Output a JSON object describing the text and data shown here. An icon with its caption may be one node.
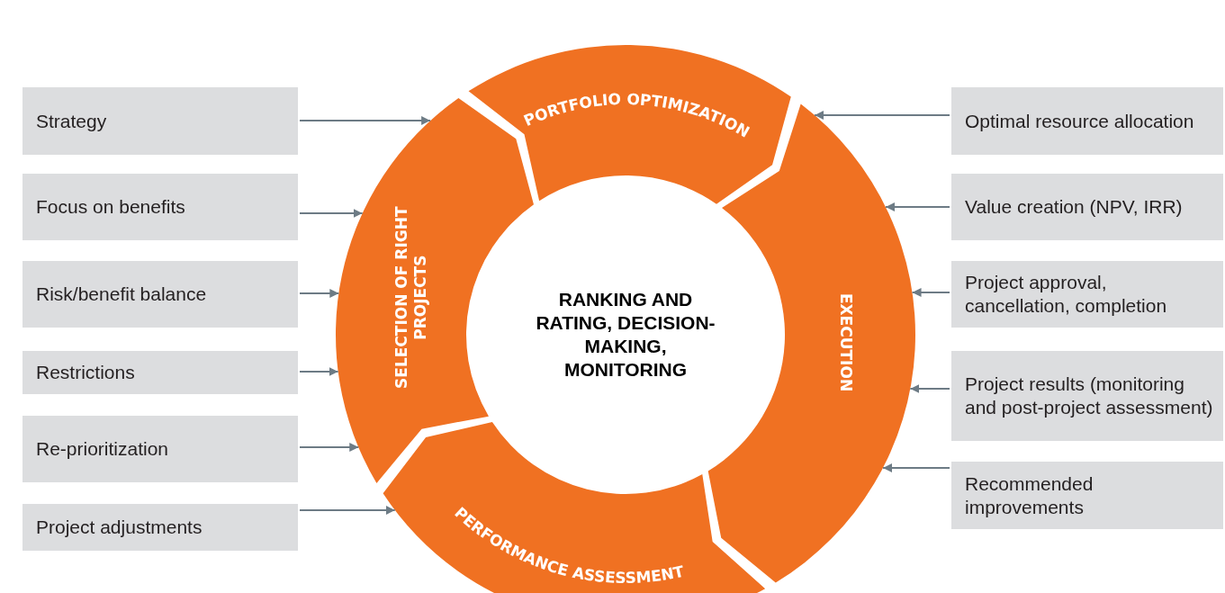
{
  "diagram": {
    "nodes": [
      {
        "text": [
          "Strategy"
        ]
      },
      {
        "text": [
          "Focus on benefits"
        ]
      },
      {
        "text": [
          "Risk/benefit balance"
        ]
      },
      {
        "text": [
          "Restrictions"
        ]
      },
      {
        "text": [
          "Re-prioritization"
        ]
      },
      {
        "text": [
          "Project adjustments"
        ]
      },
      {
        "text": [
          "PORTFOLIO OPTIMIZATION"
        ]
      },
      {
        "text": [
          "SELECTION OF RIGHT PROJECTS"
        ]
      },
      {
        "text": [
          "RANKING AND RATING, DECISION-MAKING, MONITORING"
        ]
      },
      {
        "text": [
          "EXECUTION"
        ]
      },
      {
        "text": [
          "PERFORMANCE ASSESSMENT"
        ]
      },
      {
        "text": [
          "Optimal resource allocation"
        ]
      },
      {
        "text": [
          "Value creation (NPV, IRR)"
        ]
      },
      {
        "text": [
          "Project approval, cancellation, completion"
        ]
      },
      {
        "text": [
          "Project results (monitoring and post-project assessment)"
        ]
      },
      {
        "text": [
          "Recommended improvements"
        ]
      }
    ],
    "edges": [
      {
        "from": 0,
        "to": 7,
        "arrow": "to"
      },
      {
        "from": 1,
        "to": 7,
        "arrow": "to"
      },
      {
        "from": 2,
        "to": 7,
        "arrow": "to"
      },
      {
        "from": 3,
        "to": 7,
        "arrow": "to"
      },
      {
        "from": 4,
        "to": 7,
        "arrow": "to"
      },
      {
        "from": 5,
        "to": 10,
        "arrow": "to"
      },
      {
        "from": 11,
        "to": 9,
        "arrow": "to"
      },
      {
        "from": 12,
        "to": 9,
        "arrow": "to"
      },
      {
        "from": 13,
        "to": 9,
        "arrow": "to"
      },
      {
        "from": 14,
        "to": 9,
        "arrow": "to"
      },
      {
        "from": 15,
        "to": 9,
        "arrow": "to"
      }
    ]
  }
}
